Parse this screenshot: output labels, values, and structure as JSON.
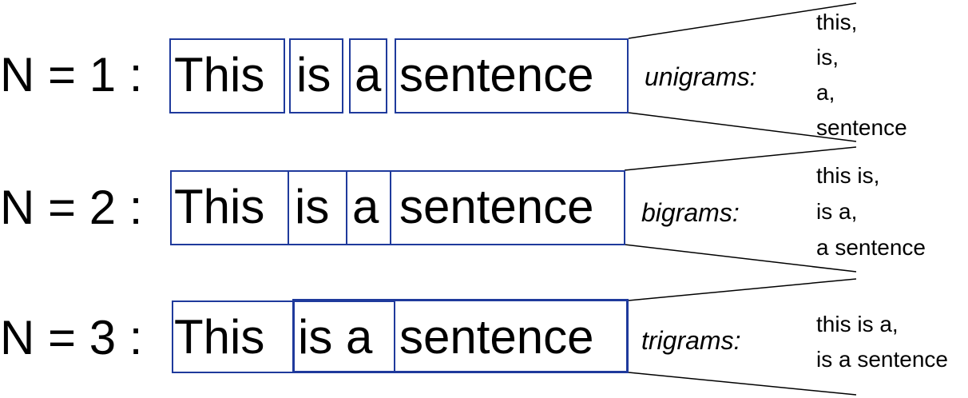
{
  "rows": [
    {
      "n_label": "N = 1 :",
      "words": [
        "This",
        "is",
        "a",
        "sentence"
      ],
      "gram_label": "unigrams:",
      "grams": [
        "this,",
        "is,",
        "a,",
        "sentence"
      ]
    },
    {
      "n_label": "N = 2 :",
      "words": [
        "This",
        "is",
        "a",
        "sentence"
      ],
      "gram_label": "bigrams:",
      "grams": [
        "this is,",
        "is a,",
        "a sentence"
      ]
    },
    {
      "n_label": "N = 3 :",
      "words": [
        "This",
        "is a",
        "sentence"
      ],
      "gram_label": "trigrams:",
      "grams": [
        "this is a,",
        "is a sentence"
      ]
    }
  ],
  "box_color": "#1f3a9c",
  "line_color": "#000000"
}
